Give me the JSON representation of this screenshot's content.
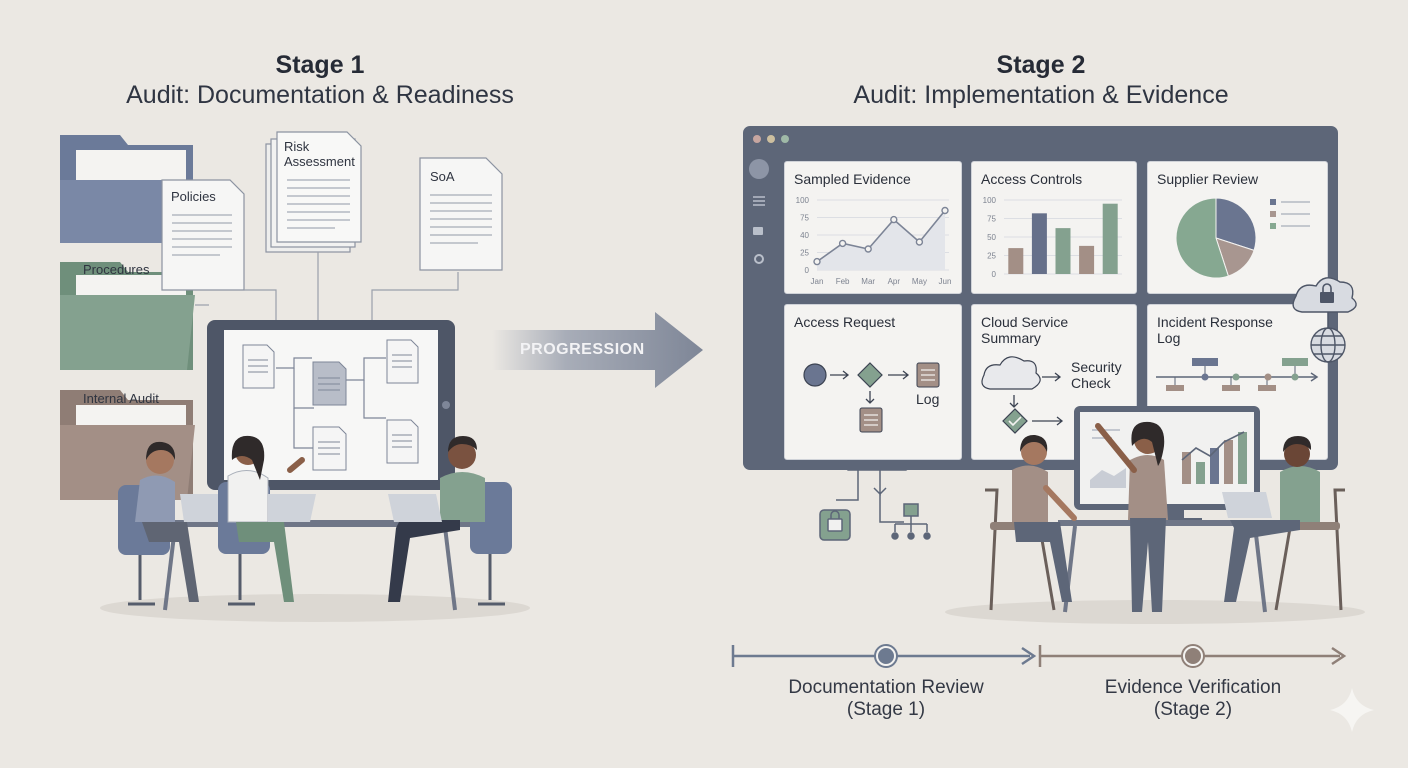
{
  "stage1": {
    "number": "Stage 1",
    "subtitle": "Audit: Documentation & Readiness"
  },
  "stage2": {
    "number": "Stage 2",
    "subtitle": "Audit: Implementation & Evidence"
  },
  "documents": {
    "risk_line1": "Risk",
    "risk_line2": "Assessment",
    "soa": "SoA",
    "policies": "Policies",
    "procedures": "Procedures",
    "internal_audit": "Internal Audit"
  },
  "progression_label": "PROGRESSION",
  "dashboard": {
    "sampled_evidence": {
      "title": "Sampled Evidence",
      "chart_data": {
        "type": "line",
        "categories": [
          "Jan",
          "Feb",
          "Mar",
          "Apr",
          "May",
          "Jun"
        ],
        "values": [
          12,
          38,
          30,
          72,
          40,
          85
        ],
        "yticks": [
          "100",
          "75",
          "40",
          "25",
          "0"
        ],
        "ylim": [
          0,
          100
        ],
        "color": "#7c8496"
      }
    },
    "access_controls": {
      "title": "Access Controls",
      "chart_data": {
        "type": "bar",
        "values": [
          35,
          82,
          62,
          38,
          95
        ],
        "colors": [
          "#a38f86",
          "#66708a",
          "#84a18f",
          "#a38f86",
          "#84a18f"
        ],
        "yticks": [
          "100",
          "75",
          "50",
          "25",
          "0"
        ],
        "ylim": [
          0,
          100
        ]
      }
    },
    "supplier_review": {
      "title": "Supplier Review",
      "chart_data": {
        "type": "pie",
        "values": [
          30,
          15,
          55
        ],
        "colors": [
          "#6a7590",
          "#a89690",
          "#86a891"
        ]
      }
    },
    "access_request": {
      "title": "Access Request",
      "log_label": "Log"
    },
    "cloud_service": {
      "title_line1": "Cloud Service",
      "title_line2": "Summary",
      "check_line1": "Security",
      "check_line2": "Check"
    },
    "incident_response": {
      "title_line1": "Incident Response",
      "title_line2": "Log"
    }
  },
  "timeline": {
    "milestone1_line1": "Documentation Review",
    "milestone1_line2": "(Stage 1)",
    "milestone2_line1": "Evidence Verification",
    "milestone2_line2": "(Stage 2)",
    "color1": "#6d7a90",
    "color2": "#8f8078"
  },
  "colors": {
    "slate": "#5d6678",
    "sage": "#84a18f",
    "taupe": "#a38f86",
    "navy": "#6b7a99"
  }
}
